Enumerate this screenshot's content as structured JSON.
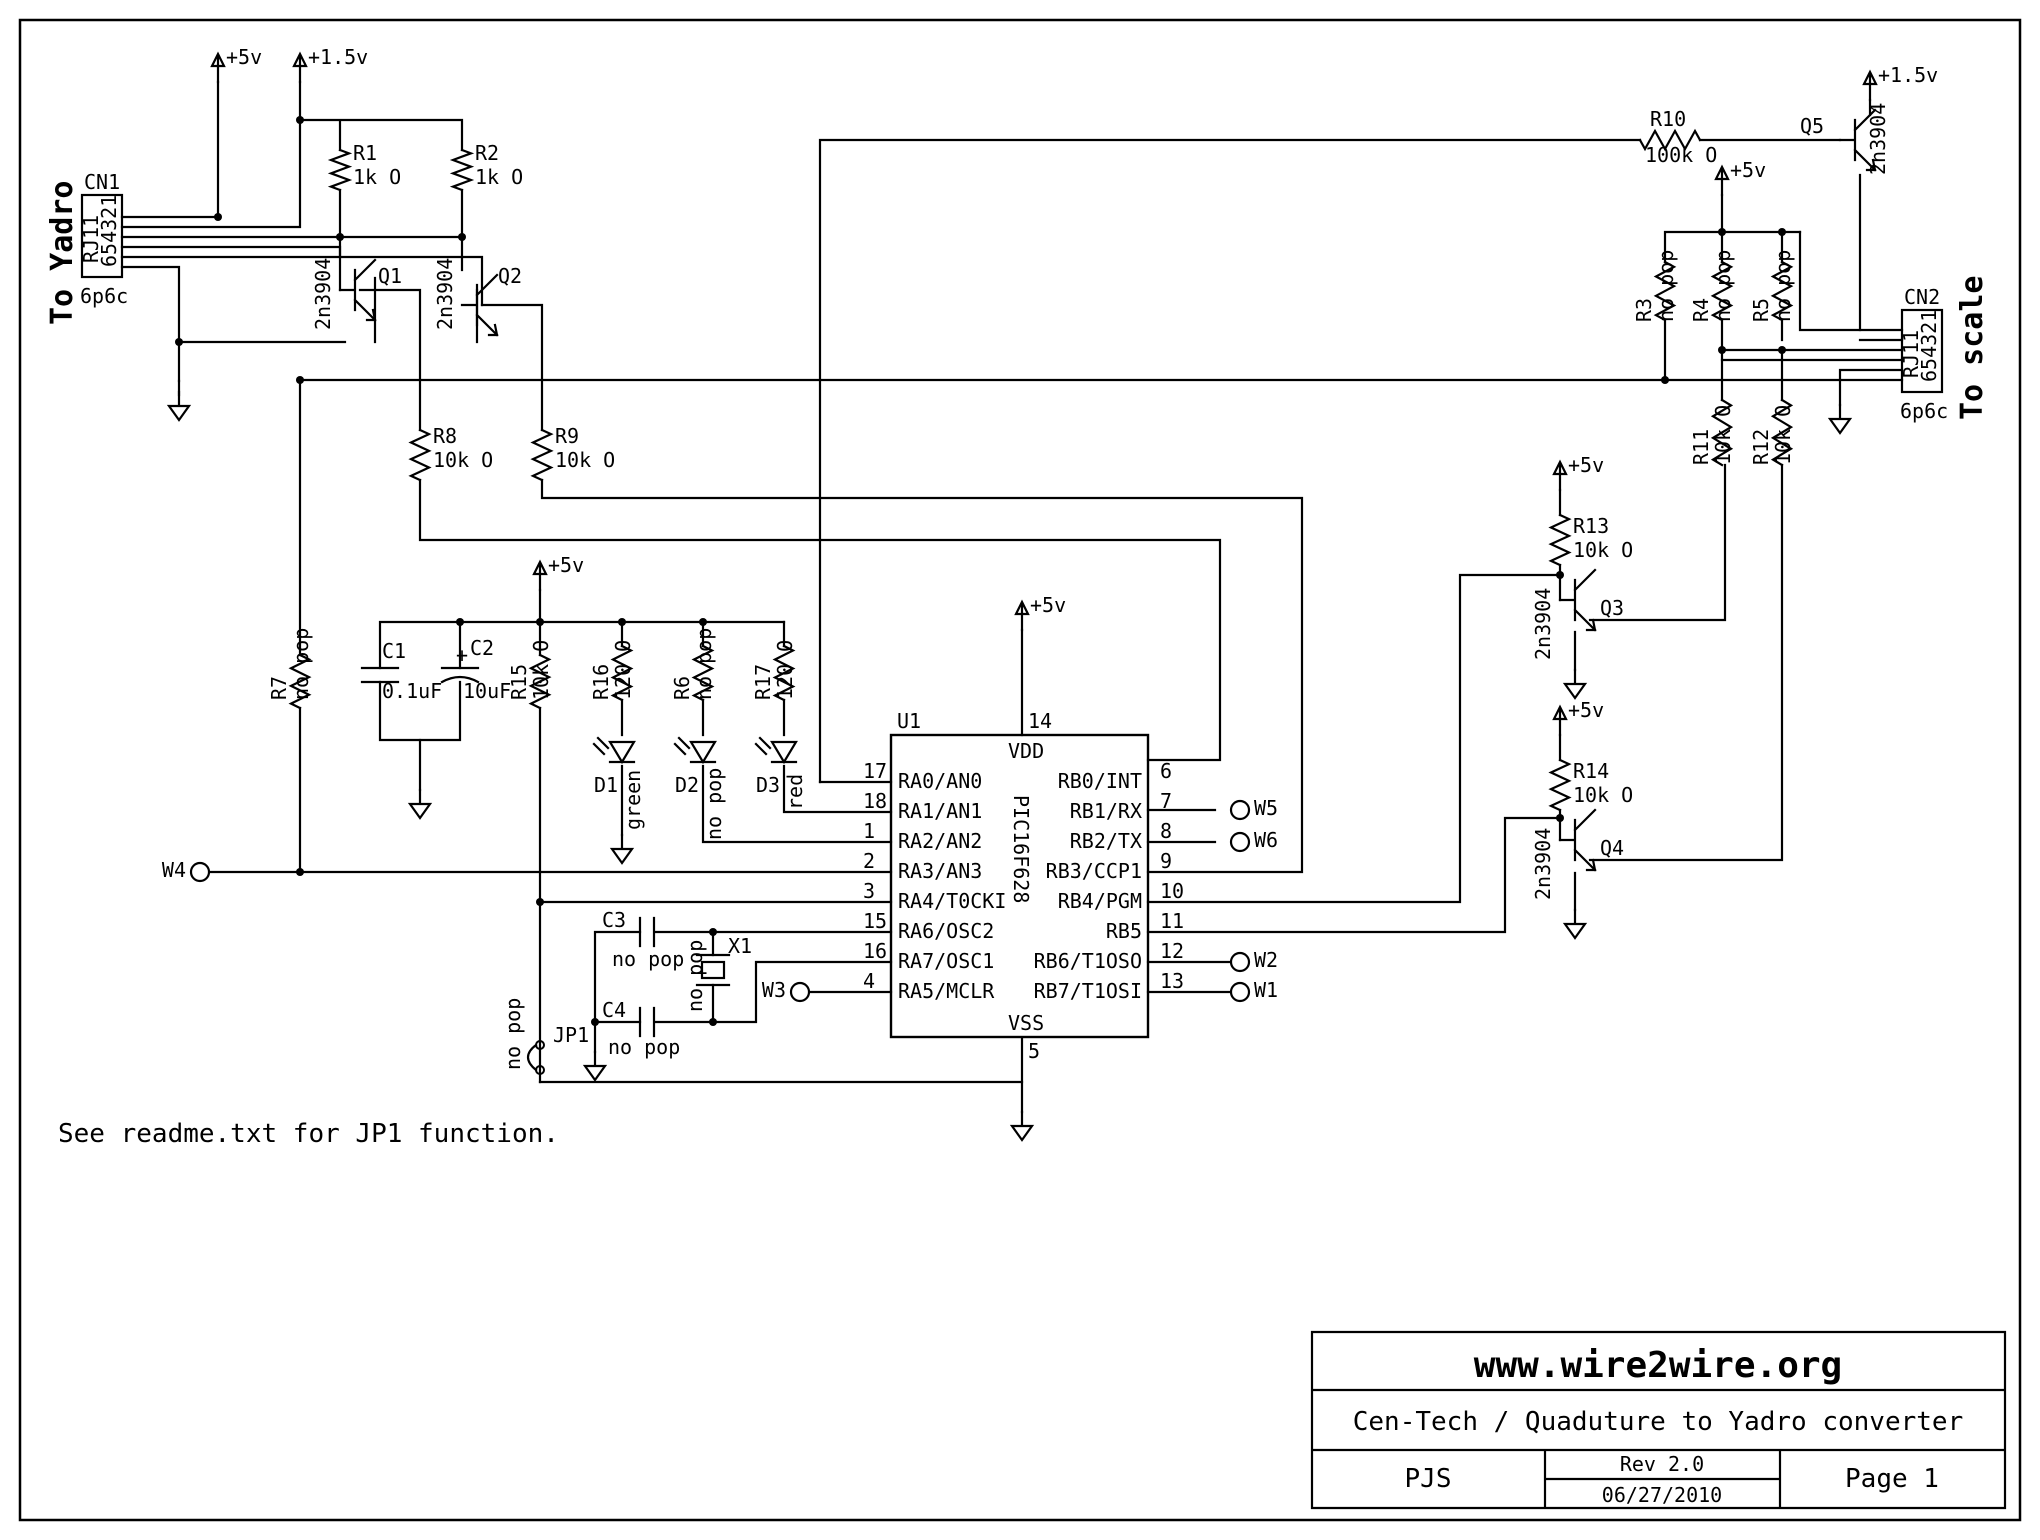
{
  "colors": {
    "ink": "#000000",
    "paper": "#ffffff"
  },
  "connectors": {
    "left": {
      "ref": "CN1",
      "type": "RJ11",
      "pins": "654321",
      "desc": "6p6c",
      "label": "To Yadro"
    },
    "right": {
      "ref": "CN2",
      "type": "RJ11",
      "pins": "654321",
      "desc": "6p6c",
      "label": "To scale"
    }
  },
  "rails": {
    "p5": "+5v",
    "p15": "+1.5v"
  },
  "parts": {
    "R1": {
      "ref": "R1",
      "val": "1k O"
    },
    "R2": {
      "ref": "R2",
      "val": "1k O"
    },
    "R3": {
      "ref": "R3",
      "val": "no pop"
    },
    "R4": {
      "ref": "R4",
      "val": "no pop"
    },
    "R5": {
      "ref": "R5",
      "val": "no pop"
    },
    "R6": {
      "ref": "R6",
      "val": "no pop"
    },
    "R7": {
      "ref": "R7",
      "val": "no pop"
    },
    "R8": {
      "ref": "R8",
      "val": "10k O"
    },
    "R9": {
      "ref": "R9",
      "val": "10k O"
    },
    "R10": {
      "ref": "R10",
      "val": "100k O"
    },
    "R11": {
      "ref": "R11",
      "val": "10k O"
    },
    "R12": {
      "ref": "R12",
      "val": "10k O"
    },
    "R13": {
      "ref": "R13",
      "val": "10k O"
    },
    "R14": {
      "ref": "R14",
      "val": "10k O"
    },
    "R15": {
      "ref": "R15",
      "val": "10k O"
    },
    "R16": {
      "ref": "R16",
      "val": "120 O"
    },
    "R17": {
      "ref": "R17",
      "val": "120 O"
    },
    "C1": {
      "ref": "C1",
      "val": "0.1uF"
    },
    "C2": {
      "ref": "C2",
      "val": "10uF"
    },
    "C3": {
      "ref": "C3",
      "val": "no pop"
    },
    "C4": {
      "ref": "C4",
      "val": "no pop"
    },
    "X1": {
      "ref": "X1",
      "val": "no pop"
    },
    "JP1": {
      "ref": "JP1",
      "val": "no pop"
    },
    "D1": {
      "ref": "D1",
      "val": "green"
    },
    "D2": {
      "ref": "D2",
      "val": "no pop"
    },
    "D3": {
      "ref": "D3",
      "val": "red"
    },
    "Q1": {
      "ref": "Q1",
      "val": "2n3904"
    },
    "Q2": {
      "ref": "Q2",
      "val": "2n3904"
    },
    "Q3": {
      "ref": "Q3",
      "val": "2n3904"
    },
    "Q4": {
      "ref": "Q4",
      "val": "2n3904"
    },
    "Q5": {
      "ref": "Q5",
      "val": "2n3904"
    }
  },
  "mcu": {
    "ref": "U1",
    "part": "PIC16F628",
    "vdd": "VDD",
    "vss": "VSS",
    "vdd_pin": "14",
    "vss_pin": "5",
    "left_pins": [
      {
        "num": "17",
        "name": "RA0/AN0"
      },
      {
        "num": "18",
        "name": "RA1/AN1"
      },
      {
        "num": "1",
        "name": "RA2/AN2"
      },
      {
        "num": "2",
        "name": "RA3/AN3"
      },
      {
        "num": "3",
        "name": "RA4/T0CKI"
      },
      {
        "num": "15",
        "name": "RA6/OSC2"
      },
      {
        "num": "16",
        "name": "RA7/OSC1"
      },
      {
        "num": "4",
        "name": "RA5/MCLR"
      }
    ],
    "right_pins": [
      {
        "num": "6",
        "name": "RB0/INT"
      },
      {
        "num": "7",
        "name": "RB1/RX"
      },
      {
        "num": "8",
        "name": "RB2/TX"
      },
      {
        "num": "9",
        "name": "RB3/CCP1"
      },
      {
        "num": "10",
        "name": "RB4/PGM"
      },
      {
        "num": "11",
        "name": "RB5"
      },
      {
        "num": "12",
        "name": "RB6/T1OSO"
      },
      {
        "num": "13",
        "name": "RB7/T1OSI"
      }
    ]
  },
  "test_points": {
    "W1": "W1",
    "W2": "W2",
    "W3": "W3",
    "W4": "W4",
    "W5": "W5",
    "W6": "W6"
  },
  "note": "See readme.txt for JP1 function.",
  "title_block": {
    "url": "www.wire2wire.org",
    "title": "Cen-Tech / Quaduture to Yadro converter",
    "author": "PJS",
    "rev": "Rev 2.0",
    "date": "06/27/2010",
    "page": "Page 1"
  }
}
